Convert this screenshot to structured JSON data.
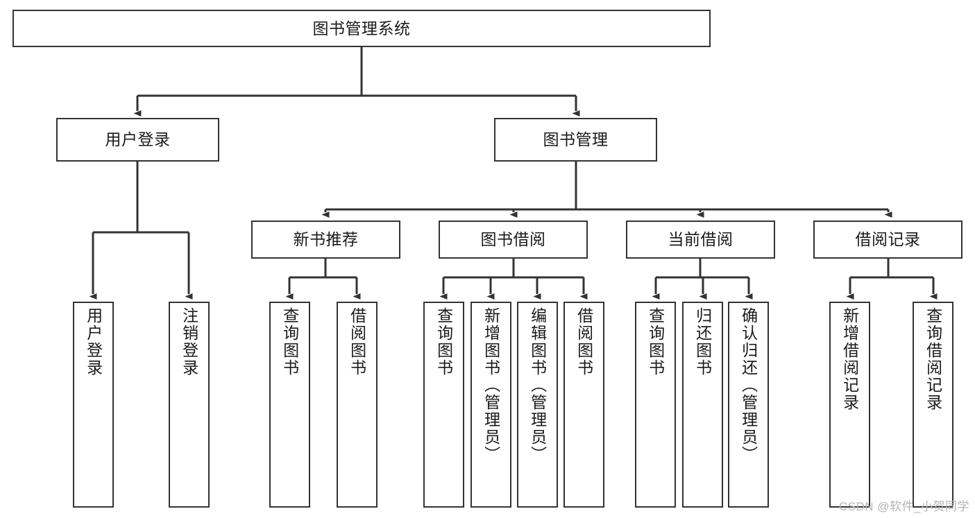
{
  "diagram": {
    "type": "hierarchy-tree",
    "title": "图书管理系统",
    "watermark": "CSDN @软件_小贺同学",
    "colors": {
      "box_border": "#333333",
      "box_fill": "#ffffff",
      "connector": "#333333",
      "text": "#1a1a1a",
      "watermark": "#b4b4b4",
      "background": "#ffffff"
    },
    "levels": {
      "level1": [
        {
          "id": "root",
          "label": "图书管理系统"
        }
      ],
      "level2": [
        {
          "id": "user-login",
          "label": "用户登录",
          "parent": "root"
        },
        {
          "id": "book-management",
          "label": "图书管理",
          "parent": "root"
        }
      ],
      "level3": [
        {
          "id": "new-book-recommend",
          "label": "新书推荐",
          "parent": "book-management"
        },
        {
          "id": "book-borrow",
          "label": "图书借阅",
          "parent": "book-management"
        },
        {
          "id": "current-borrow",
          "label": "当前借阅",
          "parent": "book-management"
        },
        {
          "id": "borrow-record",
          "label": "借阅记录",
          "parent": "book-management"
        }
      ],
      "leaves": [
        {
          "id": "leaf-user-login",
          "label": "用户登录",
          "parent": "user-login"
        },
        {
          "id": "leaf-logout",
          "label": "注销登录",
          "parent": "user-login"
        },
        {
          "id": "leaf-query-book-1",
          "label": "查询图书",
          "parent": "new-book-recommend"
        },
        {
          "id": "leaf-borrow-book-1",
          "label": "借阅图书",
          "parent": "new-book-recommend"
        },
        {
          "id": "leaf-query-book-2",
          "label": "查询图书",
          "parent": "book-borrow"
        },
        {
          "id": "leaf-add-book",
          "label": "新增图书（管理员）",
          "parent": "book-borrow"
        },
        {
          "id": "leaf-edit-book",
          "label": "编辑图书（管理员）",
          "parent": "book-borrow"
        },
        {
          "id": "leaf-borrow-book-2",
          "label": "借阅图书",
          "parent": "book-borrow"
        },
        {
          "id": "leaf-query-book-3",
          "label": "查询图书",
          "parent": "current-borrow"
        },
        {
          "id": "leaf-return-book",
          "label": "归还图书",
          "parent": "current-borrow"
        },
        {
          "id": "leaf-confirm-return",
          "label": "确认归还（管理员）",
          "parent": "current-borrow"
        },
        {
          "id": "leaf-add-record",
          "label": "新增借阅记录",
          "parent": "borrow-record"
        },
        {
          "id": "leaf-query-record",
          "label": "查询借阅记录",
          "parent": "borrow-record"
        }
      ]
    }
  }
}
